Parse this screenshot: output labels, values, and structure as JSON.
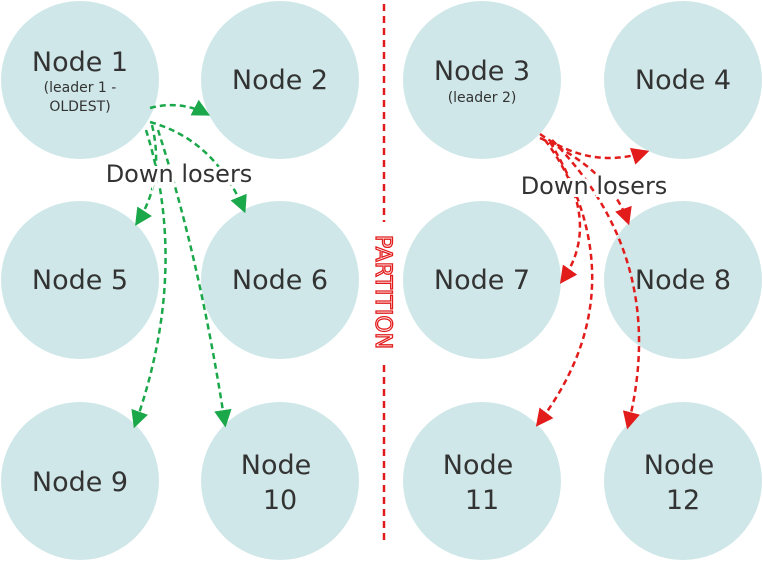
{
  "colors": {
    "node_fill": "#cfe7e8",
    "green_arrow": "#1aa84a",
    "red_arrow": "#e21b1b",
    "partition": "#e21b1b",
    "text": "#333333"
  },
  "partition": {
    "label": "PARTITION"
  },
  "nodes": {
    "n1": {
      "name": "Node 1",
      "sub1": "(leader 1 -",
      "sub2": "OLDEST)"
    },
    "n2": {
      "name": "Node 2"
    },
    "n3": {
      "name": "Node 3",
      "sub1": "(leader 2)"
    },
    "n4": {
      "name": "Node 4"
    },
    "n5": {
      "name": "Node 5"
    },
    "n6": {
      "name": "Node 6"
    },
    "n7": {
      "name": "Node 7"
    },
    "n8": {
      "name": "Node 8"
    },
    "n9": {
      "name": "Node 9"
    },
    "n10": {
      "line1": "Node",
      "line2": "10"
    },
    "n11": {
      "line1": "Node",
      "line2": "11"
    },
    "n12": {
      "line1": "Node",
      "line2": "12"
    }
  },
  "annotations": {
    "left_losers": "Down losers",
    "right_losers": "Down losers"
  }
}
